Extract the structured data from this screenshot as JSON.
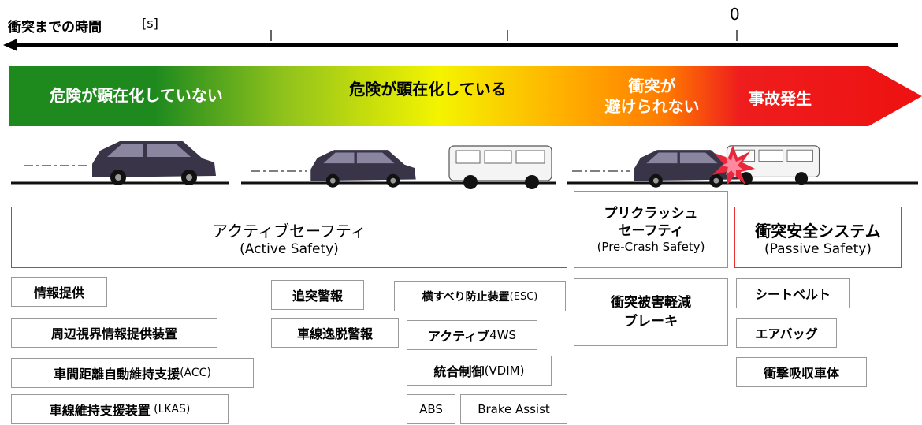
{
  "timeline": {
    "title": "衝突までの時間",
    "unit": "[s]",
    "zero": "0"
  },
  "phases": {
    "phase1": "危険が顕在化していない",
    "phase2": "危険が顕在化している",
    "phase3_line1": "衝突が",
    "phase3_line2": "避けられない",
    "phase4": "事故発生"
  },
  "categories": {
    "active": {
      "title": "アクティブセーフティ",
      "en": "(Active Safety)"
    },
    "precrash": {
      "title_line1": "プリクラッシュ",
      "title_line2": "セーフティ",
      "en": "(Pre-Crash Safety)"
    },
    "passive": {
      "title": "衝突安全システム",
      "en": "(Passive Safety)"
    }
  },
  "systems": {
    "info": "情報提供",
    "surround": "周辺視界情報提供装置",
    "acc_jp": "車間距離自動維持支援",
    "acc_en": "(ACC)",
    "lkas_jp": "車線維持支援装置",
    "lkas_en": " (LKAS)",
    "rear_warning": "追突警報",
    "lane_departure": "車線逸脱警報",
    "esc_jp": "横すべり防止装置",
    "esc_en": "(ESC)",
    "active4ws_jp": "アクティブ",
    "active4ws_en": "4WS",
    "vdim_jp": "統合制御",
    "vdim_en": "(VDIM)",
    "abs": "ABS",
    "brake_assist": "Brake Assist",
    "cmb_line1": "衝突被害軽減",
    "cmb_line2": "ブレーキ",
    "seatbelt": "シートベルト",
    "airbag": "エアバッグ",
    "body": "衝撃吸収車体"
  },
  "colors": {
    "green": "#1e8a1e",
    "yellow": "#f4f400",
    "orange": "#ff9900",
    "red": "#ee1111",
    "active_border": "#3a8a2a",
    "precrash_border": "#ee7a22",
    "passive_border": "#e83030"
  }
}
